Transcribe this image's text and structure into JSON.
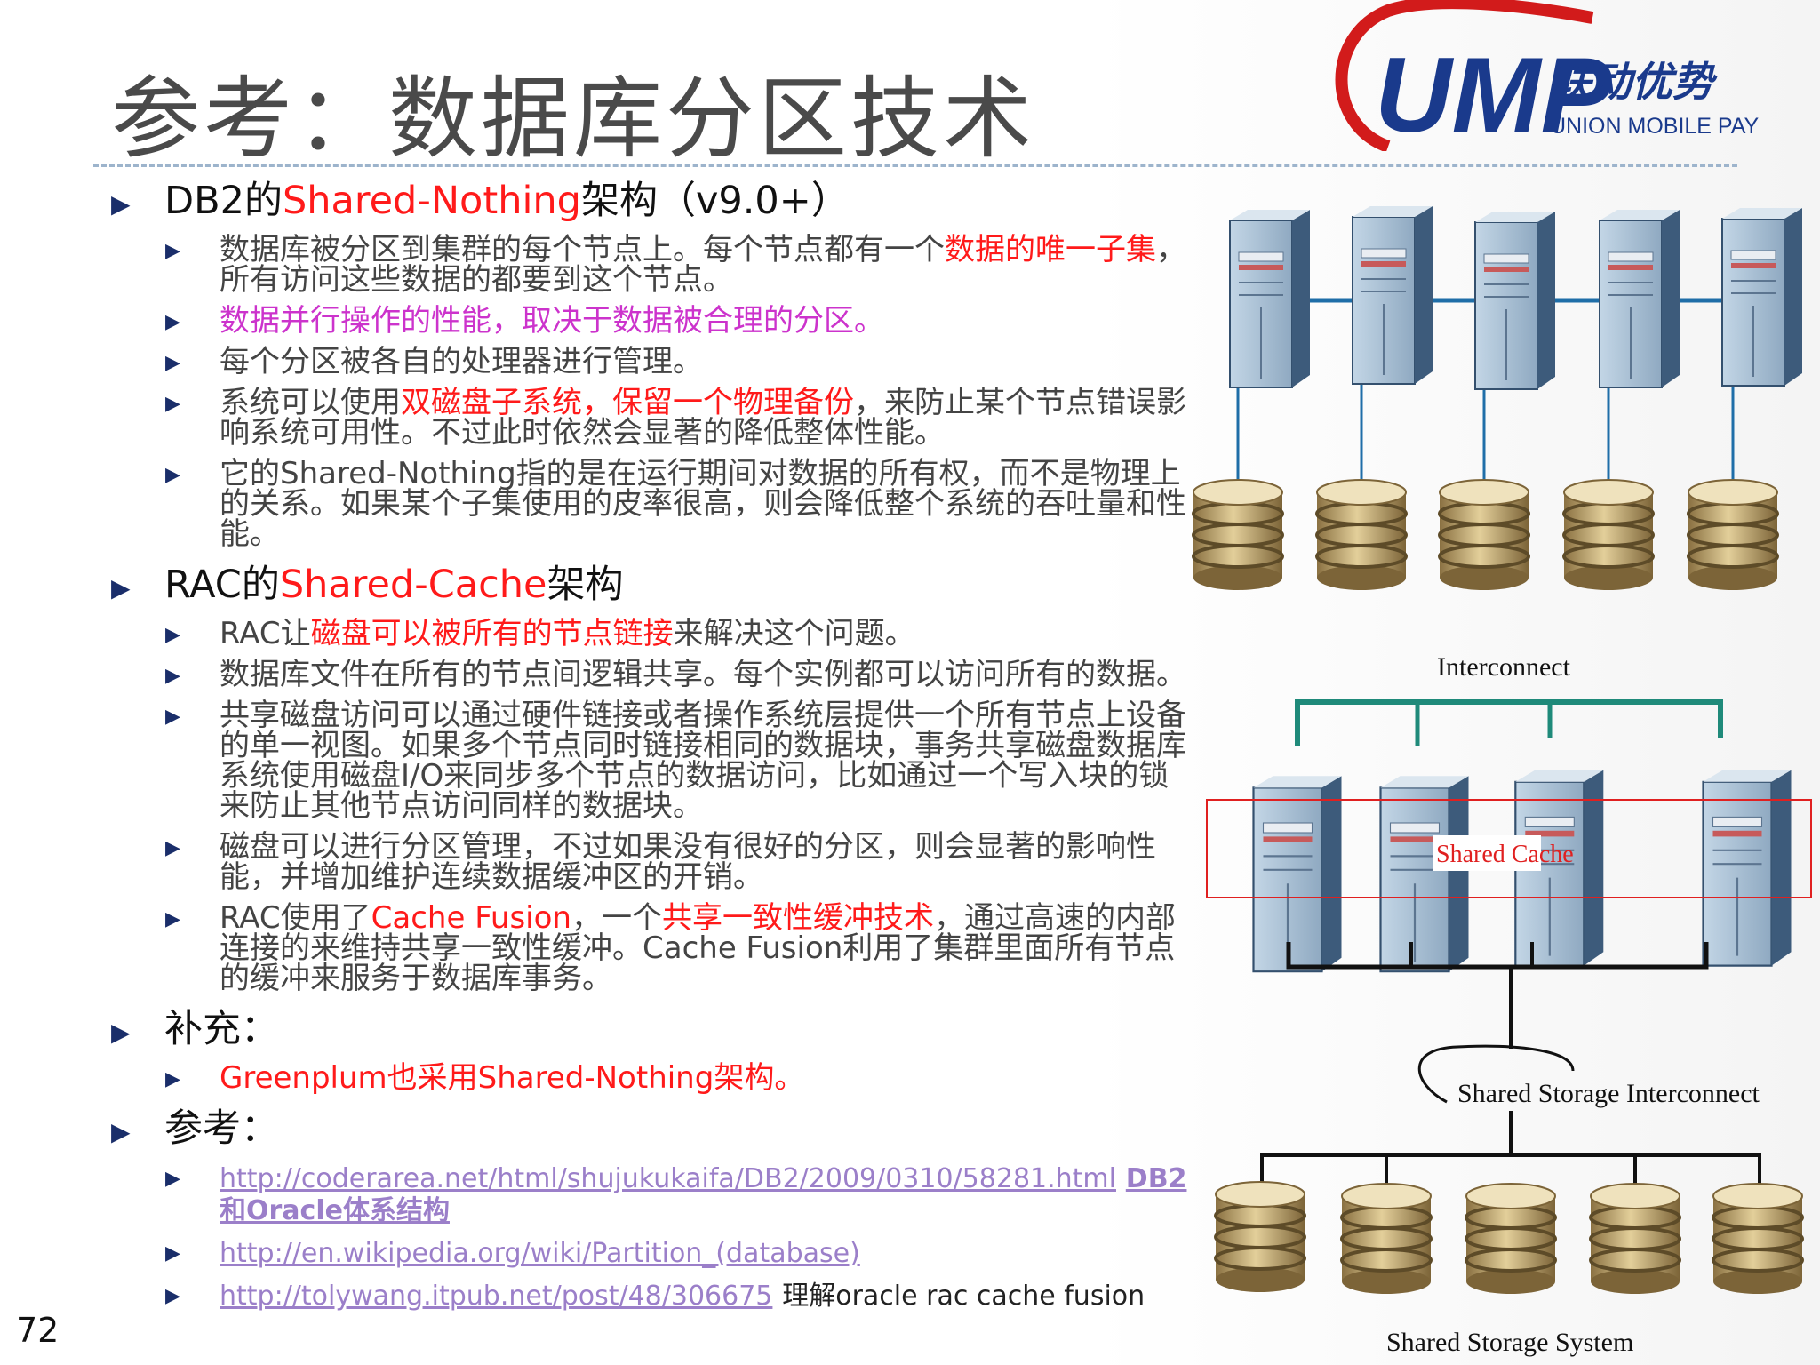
{
  "title": "参考：数据库分区技术",
  "logo": {
    "brand": "UMP",
    "cn": "联动优势",
    "en": "UNION MOBILE PAY"
  },
  "page_number": "72",
  "sections": [
    {
      "head": {
        "pre": "DB2的",
        "hl": "Shared-Nothing",
        "post": "架构（v9.0+）"
      },
      "items": [
        {
          "pre": "数据库被分区到集群的每个节点上。每个节点都有一个",
          "hl": "数据的唯一子集",
          "post": "，所有访问这些数据的都要到这个节点。"
        },
        {
          "text": "数据并行操作的性能，取决于数据被合理的分区。"
        },
        {
          "text": "每个分区被各自的处理器进行管理。"
        },
        {
          "pre": "系统可以使用",
          "hl": "双磁盘子系统，保留一个物理备份",
          "post": "，来防止某个节点错误影响系统可用性。不过此时依然会显著的降低整体性能。"
        },
        {
          "text": "它的Shared-Nothing指的是在运行期间对数据的所有权，而不是物理上的关系。如果某个子集使用的皮率很高，则会降低整个系统的吞吐量和性能。"
        }
      ]
    },
    {
      "head": {
        "pre": "RAC的",
        "hl": "Shared-Cache",
        "post": "架构"
      },
      "items": [
        {
          "pre": "RAC让",
          "hl": "磁盘可以被所有的节点链接",
          "post": "来解决这个问题。"
        },
        {
          "text": "数据库文件在所有的节点间逻辑共享。每个实例都可以访问所有的数据。"
        },
        {
          "text": "共享磁盘访问可以通过硬件链接或者操作系统层提供一个所有节点上设备的单一视图。如果多个节点同时链接相同的数据块，事务共享磁盘数据库系统使用磁盘I/O来同步多个节点的数据访问，比如通过一个写入块的锁来防止其他节点访问同样的数据块。"
        },
        {
          "text": "磁盘可以进行分区管理，不过如果没有很好的分区，则会显著的影响性能，并增加维护连续数据缓冲区的开销。"
        },
        {
          "pre": "RAC使用了",
          "hl": "Cache Fusion",
          "mid": "，一个",
          "hl2": "共享一致性缓冲技术",
          "post": "，通过高速的内部连接的来维持共享一致性缓冲。Cache Fusion利用了集群里面所有节点的缓冲来服务于数据库事务。"
        }
      ]
    },
    {
      "head": {
        "text": "补充："
      },
      "items": [
        {
          "text": "Greenplum也采用Shared-Nothing架构。"
        }
      ]
    },
    {
      "head": {
        "text": "参考："
      },
      "links": [
        {
          "url": "http://coderarea.net/html/shujukukaifa/DB2/2009/0310/58281.html",
          "title": "DB2和Oracle体系结构"
        },
        {
          "url": "http://en.wikipedia.org/wiki/Partition_(database)"
        },
        {
          "url": "http://tolywang.itpub.net/post/48/306675",
          "note": "理解oracle rac cache fusion"
        }
      ]
    }
  ],
  "diagram": {
    "interconnect_label": "Interconnect",
    "shared_cache_label": "Shared Cache",
    "shared_storage_interconnect_label": "Shared Storage Interconnect",
    "shared_storage_system_label": "Shared Storage System"
  },
  "colors": {
    "highlight_red": "#ff1a1a",
    "highlight_magenta": "#cc33cc",
    "link": "#9b7fc9",
    "interconnect_line": "#1f8a7a",
    "server_front": "#a9c2d6",
    "server_side": "#3a5878",
    "disk": "#b99f66"
  }
}
